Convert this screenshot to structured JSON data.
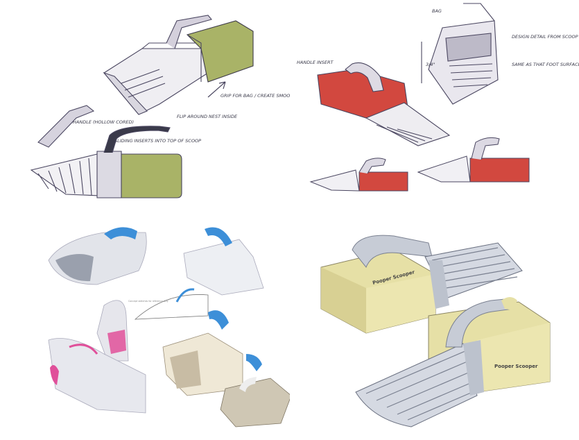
{
  "sketch_notes": {
    "grip_for_bag": "GRIP FOR BAG / CREATE SMOOTH SURFACE",
    "flip_around": "FLIP AROUND NEST INSIDE",
    "handle_insert_left": "HANDLE (HOLLOW CORED)",
    "slider_insert": "SLIDING INSERTS INTO TOP OF SCOOP",
    "handle_insert_right": "HANDLE INSERT",
    "detail_from_scoop": "DESIGN DETAIL FROM SCOOP",
    "same_surface": "SAME AS THAT FOOT SURFACE",
    "bag_label": "BAG",
    "dim_label": "3/4\""
  },
  "render_caption": "Concept sketches for reference only",
  "brand_text": "Pooper Scooper",
  "colors": {
    "sketch_green": "#a9b367",
    "sketch_red": "#d2483f",
    "render_cream": "#e6e0a6",
    "render_grey": "#c7ccd6",
    "accent_blue": "#3d8fd8",
    "accent_pink": "#e0509a",
    "ink": "#4a4660"
  }
}
